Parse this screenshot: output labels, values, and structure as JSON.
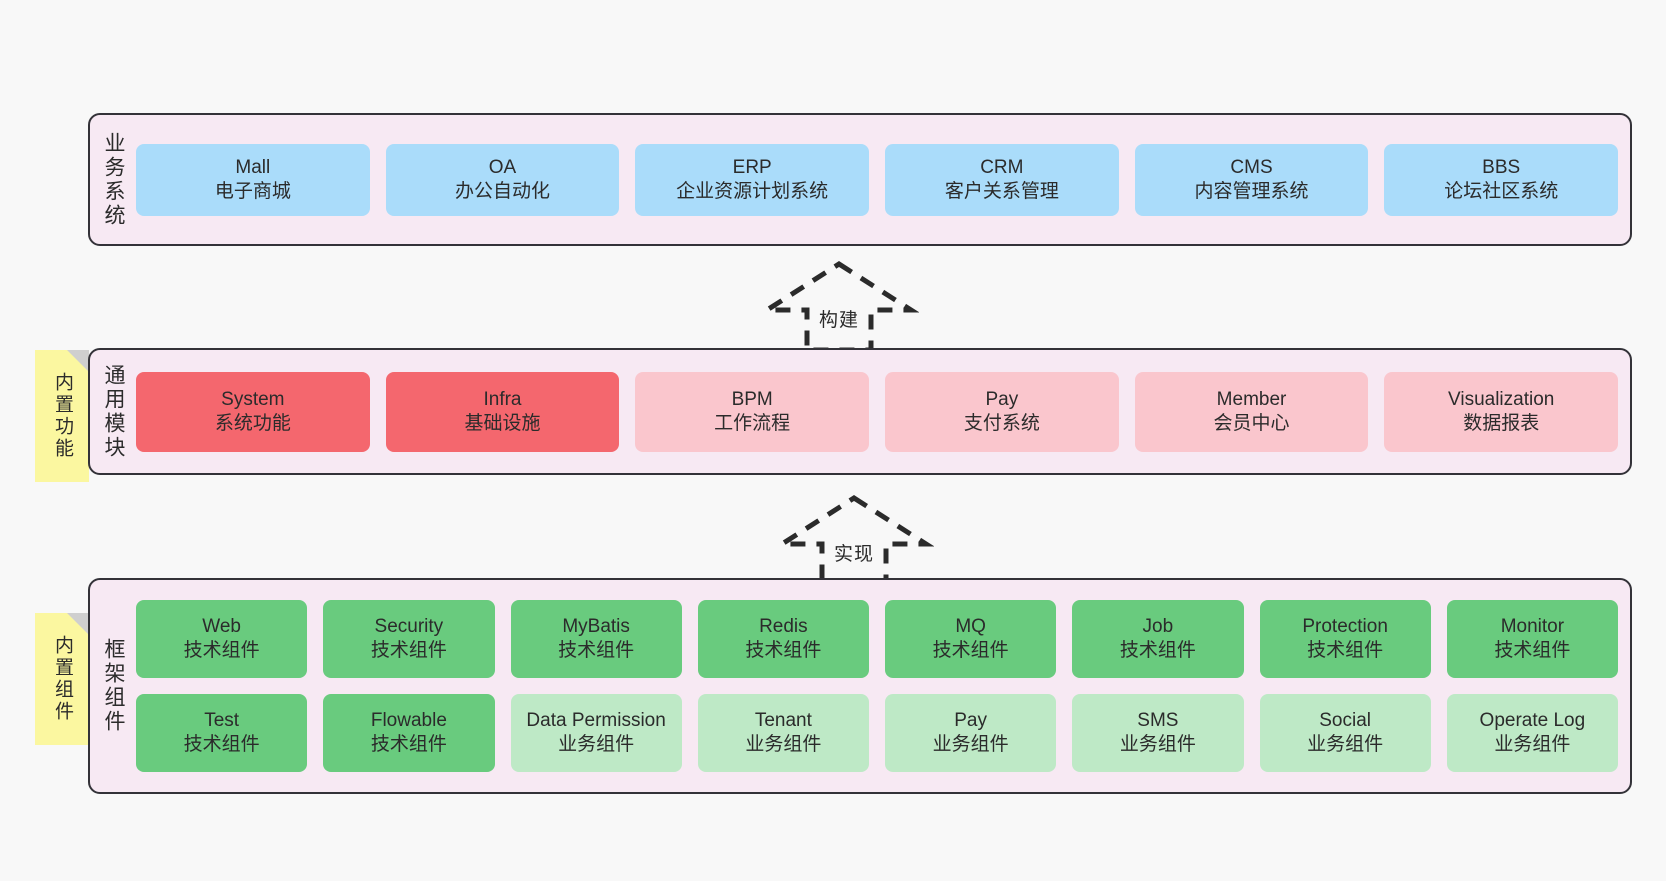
{
  "diagram": {
    "background_color": "#f8f8f8",
    "panel_color": "#f7e9f3",
    "panel_border_color": "#333238",
    "note_color": "#fbf7a0"
  },
  "layers": [
    {
      "id": "business",
      "title": "业务系统",
      "accent": "#aadcfa",
      "rows": [
        {
          "cells": [
            {
              "en": "Mall",
              "cn": "电子商城",
              "style": "c-blue"
            },
            {
              "en": "OA",
              "cn": "办公自动化",
              "style": "c-blue"
            },
            {
              "en": "ERP",
              "cn": "企业资源计划系统",
              "style": "c-blue"
            },
            {
              "en": "CRM",
              "cn": "客户关系管理",
              "style": "c-blue"
            },
            {
              "en": "CMS",
              "cn": "内容管理系统",
              "style": "c-blue"
            },
            {
              "en": "BBS",
              "cn": "论坛社区系统",
              "style": "c-blue"
            }
          ]
        }
      ]
    },
    {
      "id": "common",
      "title": "通用模块",
      "accent": "#f4676e",
      "rows": [
        {
          "cells": [
            {
              "en": "System",
              "cn": "系统功能",
              "style": "c-red"
            },
            {
              "en": "Infra",
              "cn": "基础设施",
              "style": "c-red"
            },
            {
              "en": "BPM",
              "cn": "工作流程",
              "style": "c-pink"
            },
            {
              "en": "Pay",
              "cn": "支付系统",
              "style": "c-pink"
            },
            {
              "en": "Member",
              "cn": "会员中心",
              "style": "c-pink"
            },
            {
              "en": "Visualization",
              "cn": "数据报表",
              "style": "c-pink"
            }
          ]
        }
      ]
    },
    {
      "id": "framework",
      "title": "框架组件",
      "accent": "#69cb7e",
      "rows": [
        {
          "cells": [
            {
              "en": "Web",
              "cn": "技术组件",
              "style": "c-green"
            },
            {
              "en": "Security",
              "cn": "技术组件",
              "style": "c-green"
            },
            {
              "en": "MyBatis",
              "cn": "技术组件",
              "style": "c-green"
            },
            {
              "en": "Redis",
              "cn": "技术组件",
              "style": "c-green"
            },
            {
              "en": "MQ",
              "cn": "技术组件",
              "style": "c-green"
            },
            {
              "en": "Job",
              "cn": "技术组件",
              "style": "c-green"
            },
            {
              "en": "Protection",
              "cn": "技术组件",
              "style": "c-green"
            },
            {
              "en": "Monitor",
              "cn": "技术组件",
              "style": "c-green"
            }
          ]
        },
        {
          "cells": [
            {
              "en": "Test",
              "cn": "技术组件",
              "style": "c-green"
            },
            {
              "en": "Flowable",
              "cn": "技术组件",
              "style": "c-green"
            },
            {
              "en": "Data Permission",
              "cn": "业务组件",
              "style": "c-greenlight"
            },
            {
              "en": "Tenant",
              "cn": "业务组件",
              "style": "c-greenlight"
            },
            {
              "en": "Pay",
              "cn": "业务组件",
              "style": "c-greenlight"
            },
            {
              "en": "SMS",
              "cn": "业务组件",
              "style": "c-greenlight"
            },
            {
              "en": "Social",
              "cn": "业务组件",
              "style": "c-greenlight"
            },
            {
              "en": "Operate Log",
              "cn": "业务组件",
              "style": "c-greenlight"
            }
          ]
        }
      ]
    }
  ],
  "notes": [
    {
      "id": "common",
      "text": "内置功能"
    },
    {
      "id": "framework",
      "text": "内置组件"
    }
  ],
  "arrows": [
    {
      "id": "build",
      "label": "构建"
    },
    {
      "id": "impl",
      "label": "实现"
    }
  ]
}
